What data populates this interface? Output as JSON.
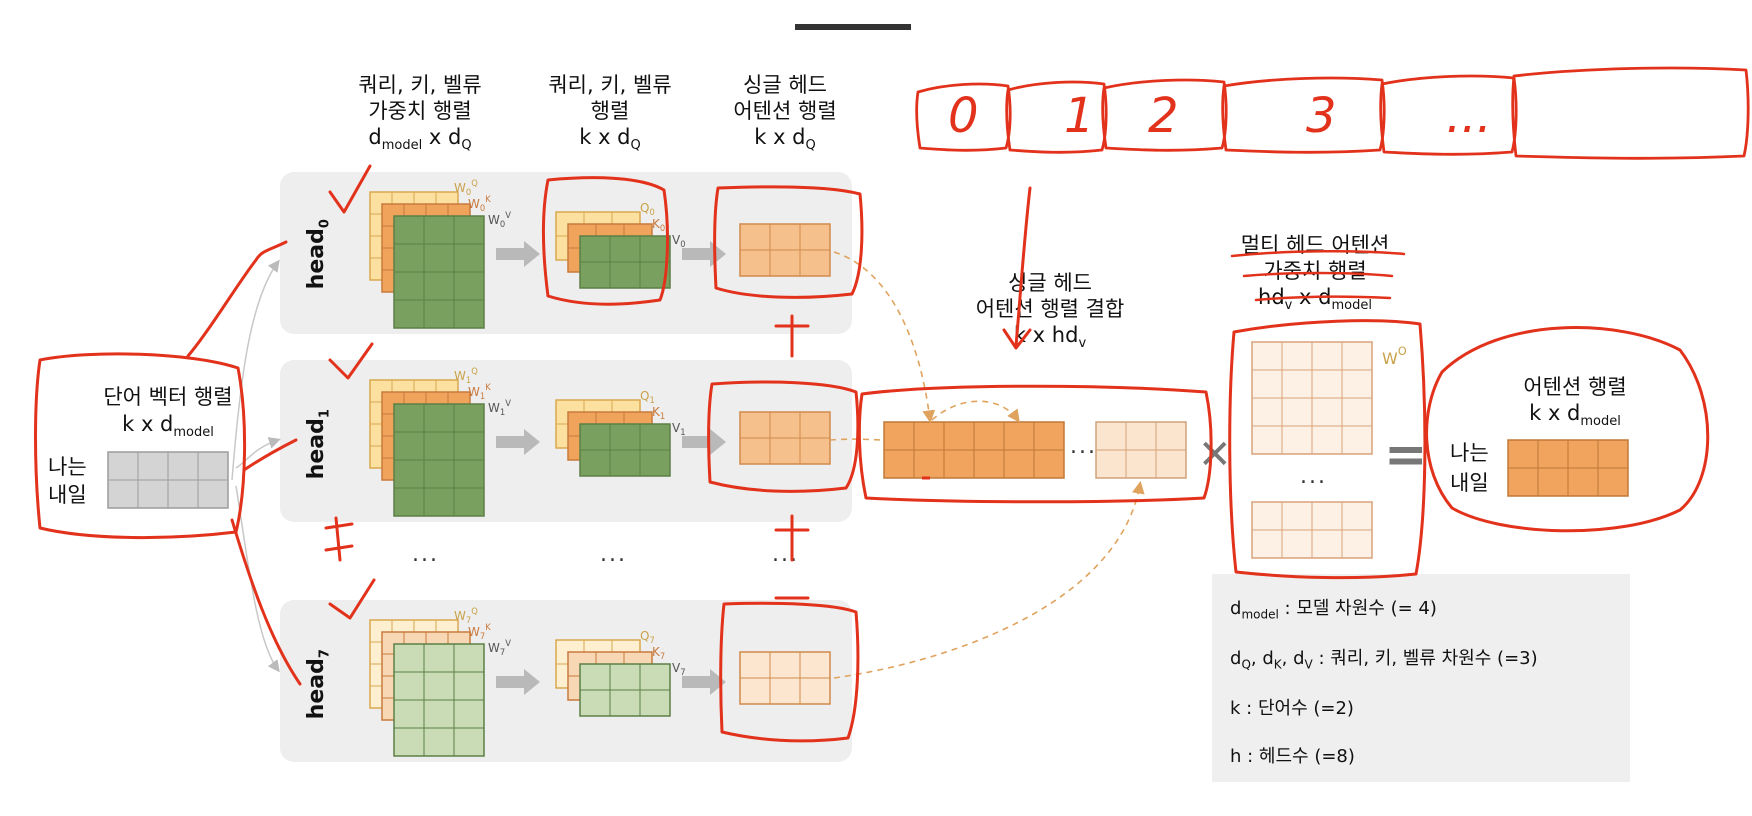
{
  "headers": {
    "weight_matrix": {
      "line1": "쿼리, 키, 벨류",
      "line2": "가중치 행렬",
      "dim_main": "d",
      "dim_sub": "model",
      "dim_tail": " x d",
      "dim_sub2": "Q"
    },
    "qkv_matrix": {
      "line1": "쿼리, 키, 벨류",
      "line2": "행렬",
      "dim_main": "k x d",
      "dim_sub": "Q"
    },
    "single_head": {
      "line1": "싱글 헤드",
      "line2": "어텐션 행렬",
      "dim_main": "k x d",
      "dim_sub": "Q"
    },
    "concat": {
      "line1": "싱글 헤드",
      "line2": "어텐션 행렬 결합",
      "dim_main": "k x hd",
      "dim_sub": "v"
    },
    "multi_head": {
      "line1": "멀티 헤드 어텐션",
      "line2": "가중치 행렬",
      "dim_main": "hd",
      "dim_sub": "v",
      "dim_tail": " x d",
      "dim_sub2": "model"
    },
    "output": {
      "line1": "어텐션 행렬",
      "dim_main": "k x d",
      "dim_sub": "model"
    }
  },
  "input": {
    "line1": "단어 벡터 행렬",
    "dim_main": "k x d",
    "dim_sub": "model",
    "words": [
      "나는",
      "내일"
    ]
  },
  "output_words": [
    "나는",
    "내일"
  ],
  "heads": [
    {
      "label": "head",
      "index": "0",
      "wq": "W",
      "wq_sup": "Q",
      "wk": "W",
      "wk_sup": "K",
      "wv": "W",
      "wv_sup": "V",
      "q": "Q",
      "k": "K",
      "v": "V",
      "sub": "0"
    },
    {
      "label": "head",
      "index": "1",
      "wq": "W",
      "wq_sup": "Q",
      "wk": "W",
      "wk_sup": "K",
      "wv": "W",
      "wv_sup": "V",
      "q": "Q",
      "k": "K",
      "v": "V",
      "sub": "1"
    },
    {
      "label": "head",
      "index": "7",
      "wq": "W",
      "wq_sup": "Q",
      "wk": "W",
      "wk_sup": "K",
      "wv": "W",
      "wv_sup": "V",
      "q": "Q",
      "k": "K",
      "v": "V",
      "sub": "7"
    }
  ],
  "wo_label": "W",
  "wo_sup": "O",
  "ellipsis": "...",
  "operators": {
    "times": "✕",
    "equals": "="
  },
  "legend": [
    {
      "sym": "d",
      "sub": "model",
      "text": " : 모델 차원수 (= 4)"
    },
    {
      "sym": "d",
      "sub": "Q",
      "sym2": ", d",
      "sub2": "K",
      "sym3": ", d",
      "sub3": "V",
      "text": " : 쿼리, 키, 벨류 차원수 (=3)"
    },
    {
      "sym": "k",
      "text": " : 단어수 (=2)"
    },
    {
      "sym": "h",
      "text": " : 헤드수 (=8)"
    }
  ],
  "annotations": {
    "numbers": [
      "0",
      "1",
      "2",
      "3",
      "..."
    ],
    "plus": "+",
    "equals_mark": "="
  },
  "colors": {
    "annotation": "#e2321c",
    "panel": "#eeeeee",
    "green": "#79a05e",
    "green_light": "#c9dcb6",
    "orange": "#efa35b",
    "orange_light": "#f8d8b4",
    "yellow": "#fbe0a0",
    "gray": "#d4d4d4",
    "dashed": "#e0a35e"
  }
}
